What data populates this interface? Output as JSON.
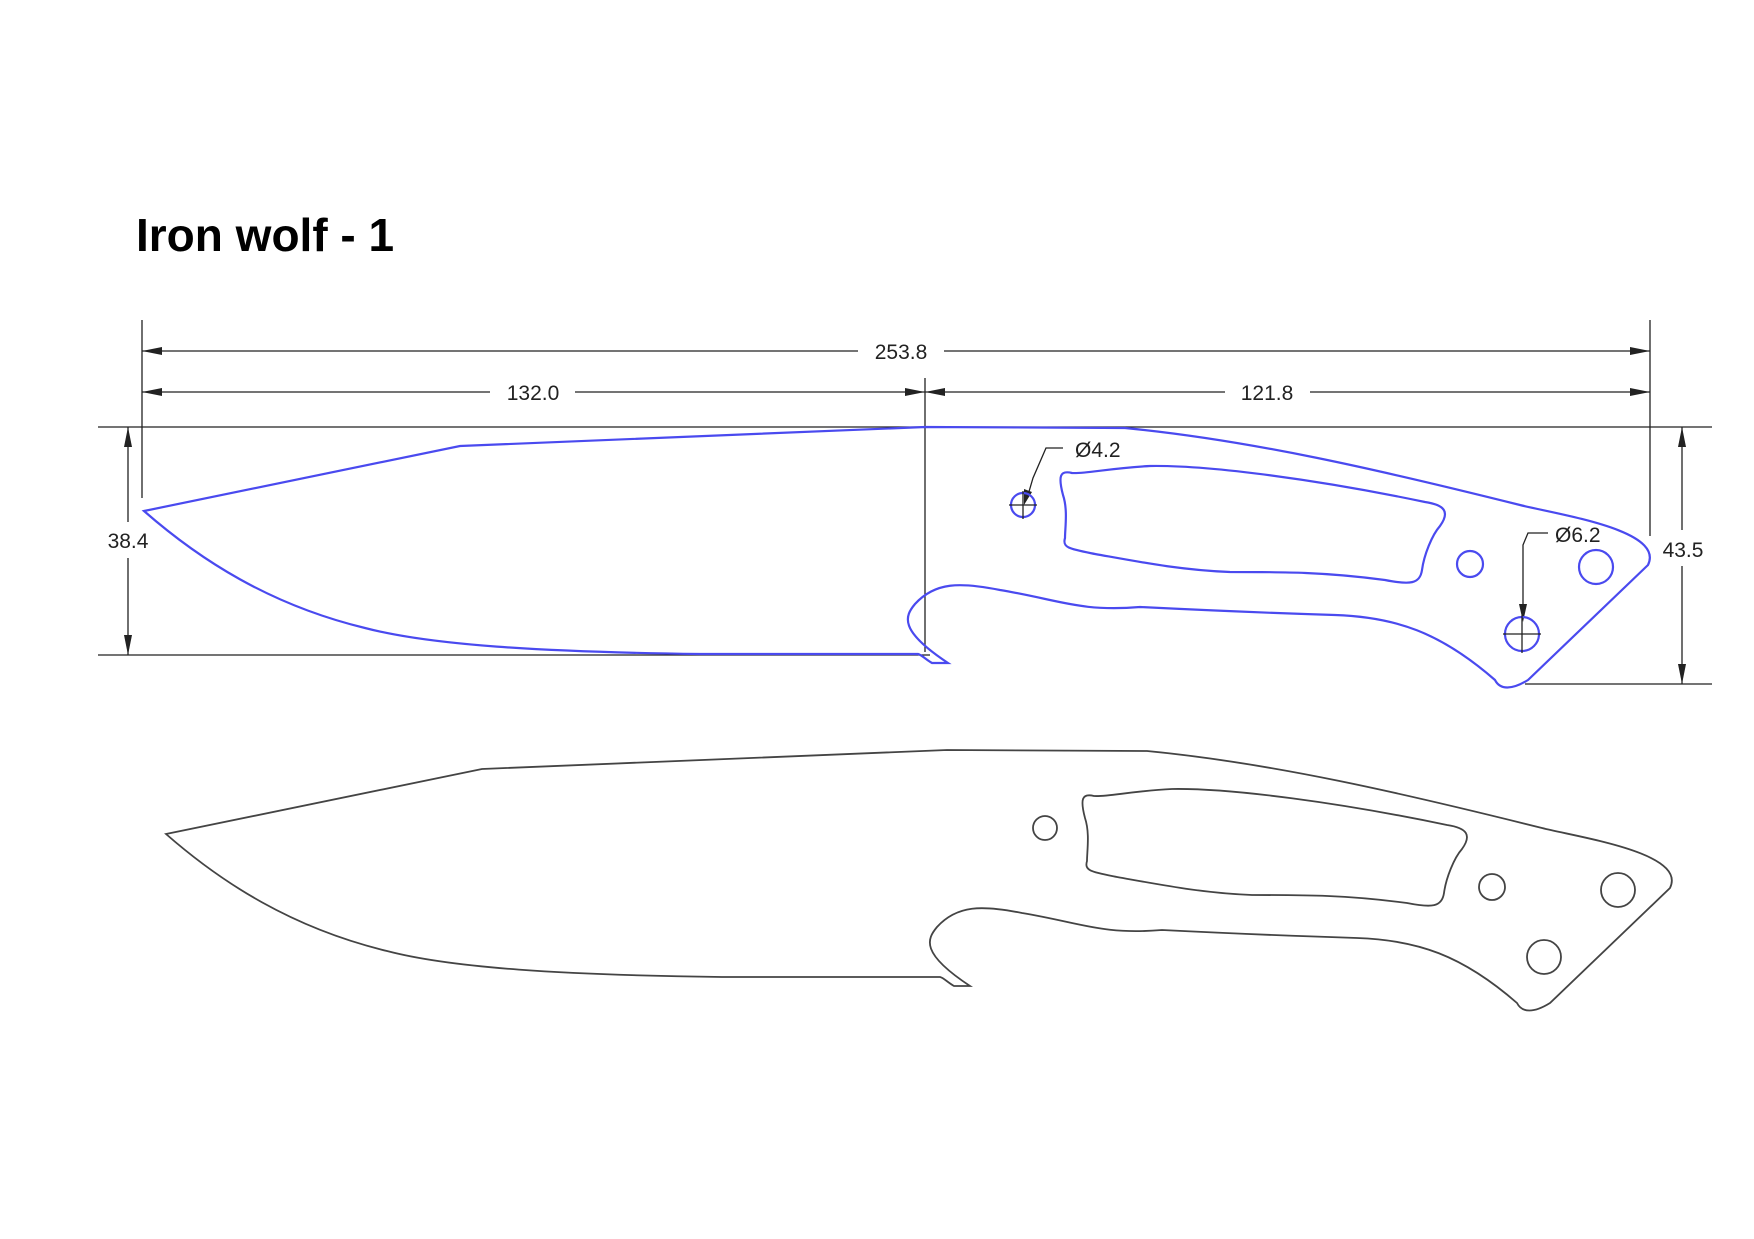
{
  "title": "Iron wolf - 1",
  "colors": {
    "outline_primary": "#4a4aef",
    "outline_secondary": "#444444",
    "dimension": "#222222"
  },
  "dimensions": {
    "overall_length": "253.8",
    "blade_length": "132.0",
    "handle_length": "121.8",
    "blade_height": "38.4",
    "handle_height": "43.5",
    "front_hole_diameter": "Ø4.2",
    "rear_hole_diameter": "Ø6.2"
  }
}
